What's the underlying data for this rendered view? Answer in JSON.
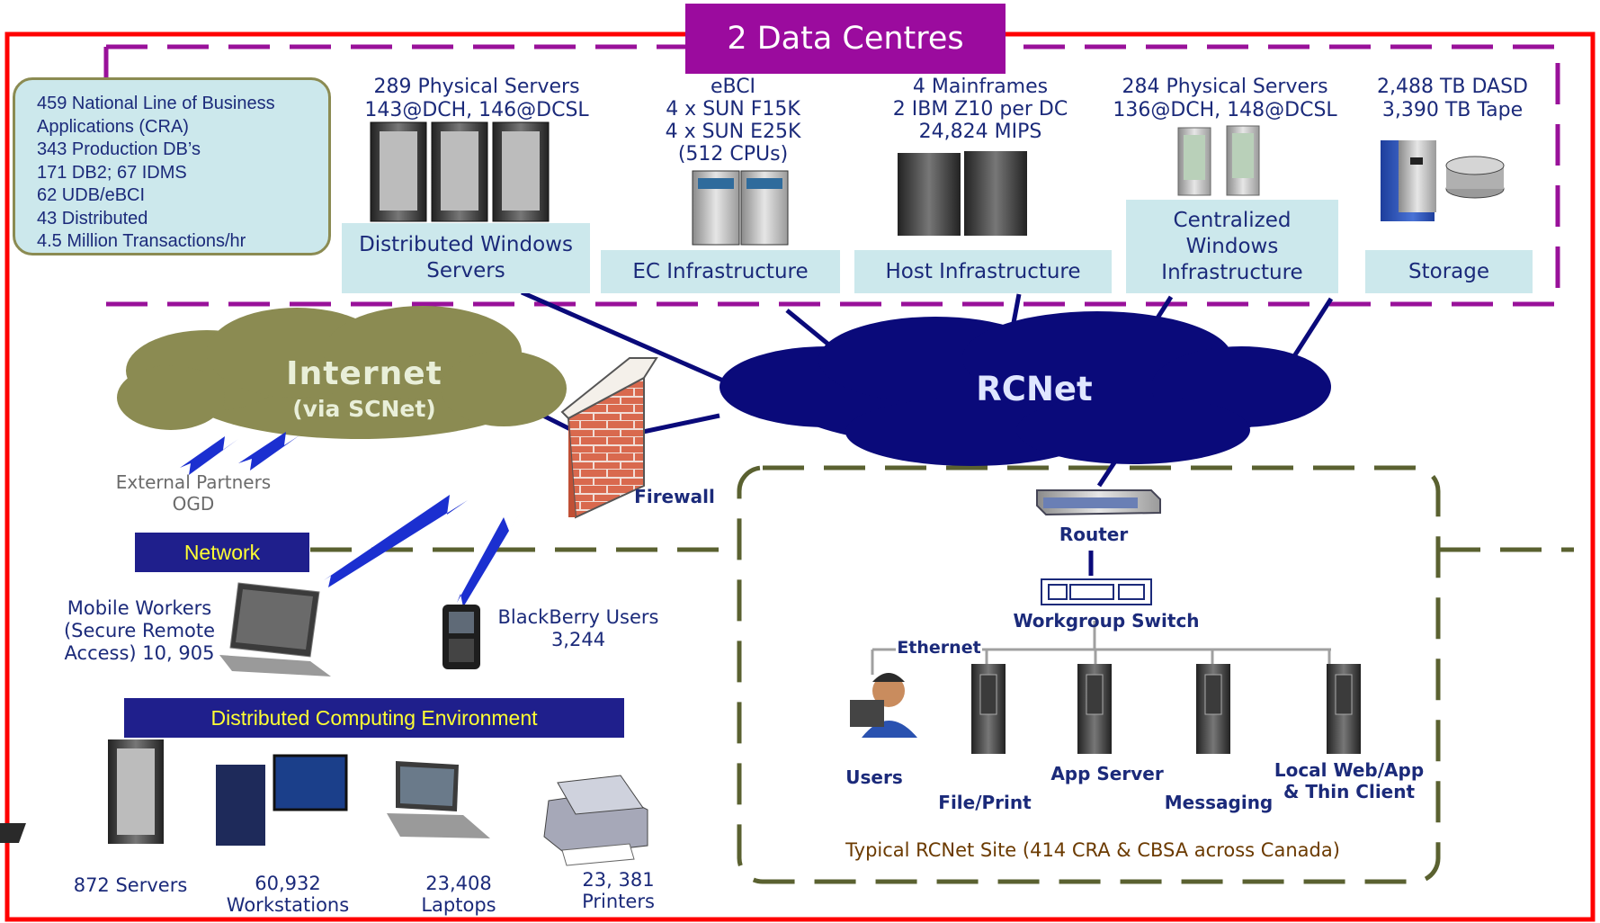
{
  "header": {
    "title": "2 Data Centres"
  },
  "summary_box": {
    "lines": [
      "459 National Line of Business",
      "Applications (CRA)",
      "343 Production  DB’s",
      "171 DB2; 67 IDMS",
      "62 UDB/eBCI",
      "43 Distributed",
      "4.5 Million Transactions/hr"
    ]
  },
  "data_centre": {
    "distributed_windows": {
      "stats": [
        "289 Physical Servers",
        "143@DCH, 146@DCSL"
      ],
      "label": [
        "Distributed Windows",
        "Servers"
      ]
    },
    "ec": {
      "stats": [
        "eBCI",
        "4 x SUN F15K",
        "4 x SUN E25K",
        "(512 CPUs)"
      ],
      "label": "EC Infrastructure"
    },
    "host": {
      "stats": [
        "4 Mainframes",
        "2 IBM Z10 per DC",
        "24,824 MIPS"
      ],
      "label": "Host Infrastructure"
    },
    "centralized_windows": {
      "stats": [
        "284 Physical Servers",
        "136@DCH, 148@DCSL"
      ],
      "label": [
        "Centralized",
        "Windows",
        "Infrastructure"
      ]
    },
    "storage": {
      "stats": [
        "2,488 TB DASD",
        "3,390 TB Tape"
      ],
      "label": "Storage"
    }
  },
  "network": {
    "internet": {
      "name": "Internet",
      "sub": "(via SCNet)"
    },
    "rcnet": "RCNet",
    "external_partners": [
      "External Partners",
      "OGD"
    ],
    "firewall": "Firewall",
    "section_label": "Network",
    "mobile_workers": [
      "Mobile Workers",
      "(Secure Remote",
      "Access) 10, 905"
    ],
    "blackberry": [
      "BlackBerry Users",
      "3,244"
    ]
  },
  "dce": {
    "title": "Distributed Computing Environment",
    "items": [
      {
        "label": [
          "872 Servers"
        ]
      },
      {
        "label": [
          "60,932",
          "Workstations"
        ]
      },
      {
        "label": [
          "23,408",
          "Laptops"
        ]
      },
      {
        "label": [
          "23, 381",
          "Printers"
        ]
      }
    ]
  },
  "site": {
    "router": "Router",
    "switch": "Workgroup Switch",
    "ethernet": "Ethernet",
    "users": "Users",
    "file_print": "File/Print",
    "app_server": "App Server",
    "messaging": "Messaging",
    "local_web": [
      "Local Web/App",
      "& Thin Client"
    ],
    "caption": "Typical RCNet Site (414 CRA & CBSA across Canada)"
  },
  "colors": {
    "frame_red": "#ff0000",
    "header_purple": "#9b0b9e",
    "dash_purple": "#99119a",
    "dash_olive": "#5a6130",
    "cloud_olive": "#8b8b52",
    "rcnet_navy": "#0a0a7a",
    "label_cyan": "#cce8ec",
    "bar_navy": "#1f1f8c",
    "bar_text_yellow": "#ffff33"
  }
}
